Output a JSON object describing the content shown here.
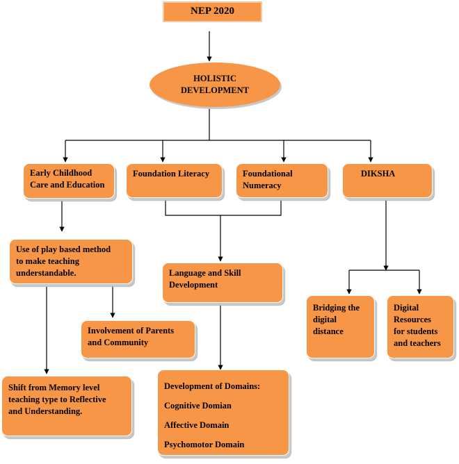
{
  "title": "NEP 2020",
  "center": {
    "line1": "HOLISTIC",
    "line2": "DEVELOPMENT"
  },
  "branches": {
    "ecce": [
      "Early Childhood",
      "Care and Education"
    ],
    "literacy": [
      "Foundation Literacy"
    ],
    "numeracy": [
      "Foundational",
      "Numeracy"
    ],
    "diksha": [
      "DIKSHA"
    ]
  },
  "nodes": {
    "play_based": [
      "Use of play based method",
      "to make teaching",
      "understandable."
    ],
    "parents": [
      "Involvement of Parents",
      "and Community"
    ],
    "shift": [
      "Shift from Memory level",
      "teaching type to Reflective",
      "and Understanding."
    ],
    "language_skill": [
      "Language and Skill",
      "Development"
    ],
    "domains": {
      "heading": "Development of Domains:",
      "items": [
        "Cognitive Domian",
        "Affective Domain",
        "Psychomotor Domain"
      ]
    },
    "bridging": [
      "Bridging the",
      "digital",
      "distance"
    ],
    "digital_resources": [
      "Digital",
      "Resources",
      "for students",
      "and teachers"
    ]
  },
  "colors": {
    "box_fill": "#f79646",
    "connector": "#000000"
  }
}
